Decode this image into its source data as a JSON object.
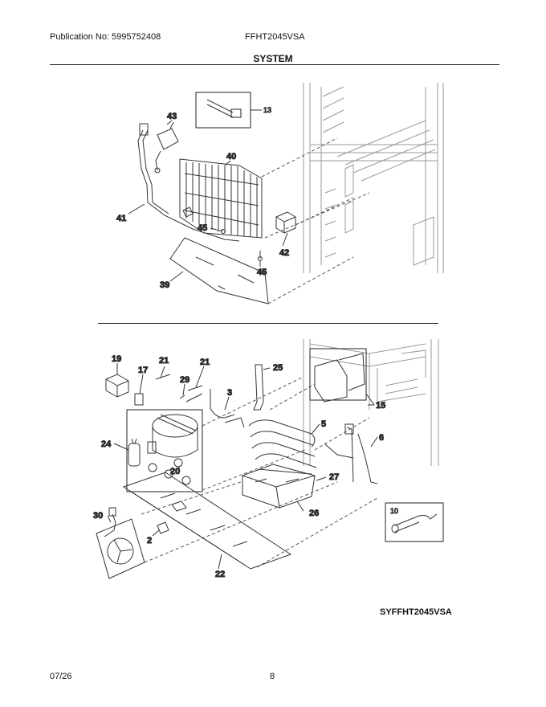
{
  "header": {
    "publication": "Publication No: 5995752408",
    "model": "FFHT2045VSA"
  },
  "section_title": "SYSTEM",
  "top_labels": {
    "p43": "43",
    "p40": "40",
    "p13": "13",
    "p41": "41",
    "p45a": "45",
    "p42": "42",
    "p45b": "45",
    "p39": "39"
  },
  "bottom_labels": {
    "p19": "19",
    "p17": "17",
    "p21a": "21",
    "p21b": "21",
    "p29": "29",
    "p3": "3",
    "p25": "25",
    "p15": "15",
    "p5": "5",
    "p6": "6",
    "p24": "24",
    "p20": "20",
    "p2": "2",
    "p27": "27",
    "p26": "26",
    "p10": "10",
    "p30": "30",
    "p22": "22"
  },
  "diagram_code": "SYFFHT2045VSA",
  "footer": {
    "date": "07/26",
    "page": "8"
  }
}
